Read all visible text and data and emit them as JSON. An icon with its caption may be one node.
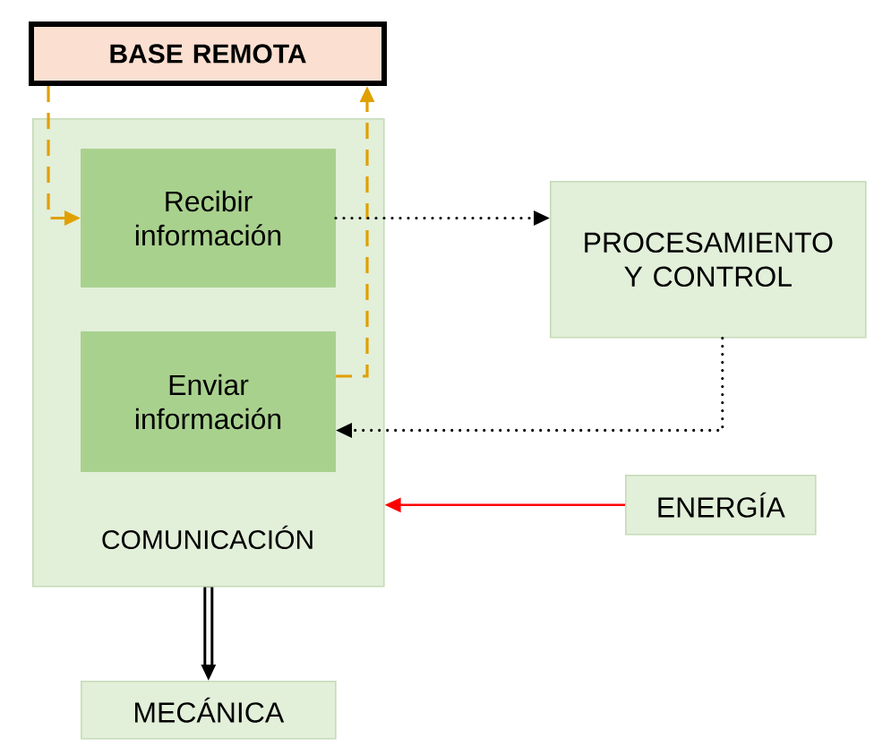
{
  "diagram": {
    "nodes": [
      {
        "text": [
          "BASE REMOTA"
        ]
      },
      {
        "text": [
          "COMUNICACIÓN"
        ]
      },
      {
        "text": [
          "Recibir información"
        ],
        "in": 1
      },
      {
        "text": [
          "Enviar información"
        ],
        "in": 1
      },
      {
        "text": [
          "PROCESAMIENTO Y CONTROL"
        ]
      },
      {
        "text": [
          "ENERGÍA"
        ]
      },
      {
        "text": [
          "MECÁNICA"
        ]
      }
    ],
    "edges": [
      {
        "from": 0,
        "to": 2,
        "arrow": "to",
        "style": "dashed",
        "color": "#e0a000"
      },
      {
        "from": 3,
        "to": 0,
        "arrow": "to",
        "style": "dashed",
        "color": "#e0a000"
      },
      {
        "from": 2,
        "to": 4,
        "arrow": "to",
        "style": "dashed"
      },
      {
        "from": 4,
        "to": 3,
        "arrow": "to",
        "style": "dashed"
      },
      {
        "from": 5,
        "to": 1,
        "arrow": "to",
        "color": "#ff0000"
      },
      {
        "from": 1,
        "to": 6,
        "arrow": "to",
        "style": "thick"
      }
    ]
  }
}
